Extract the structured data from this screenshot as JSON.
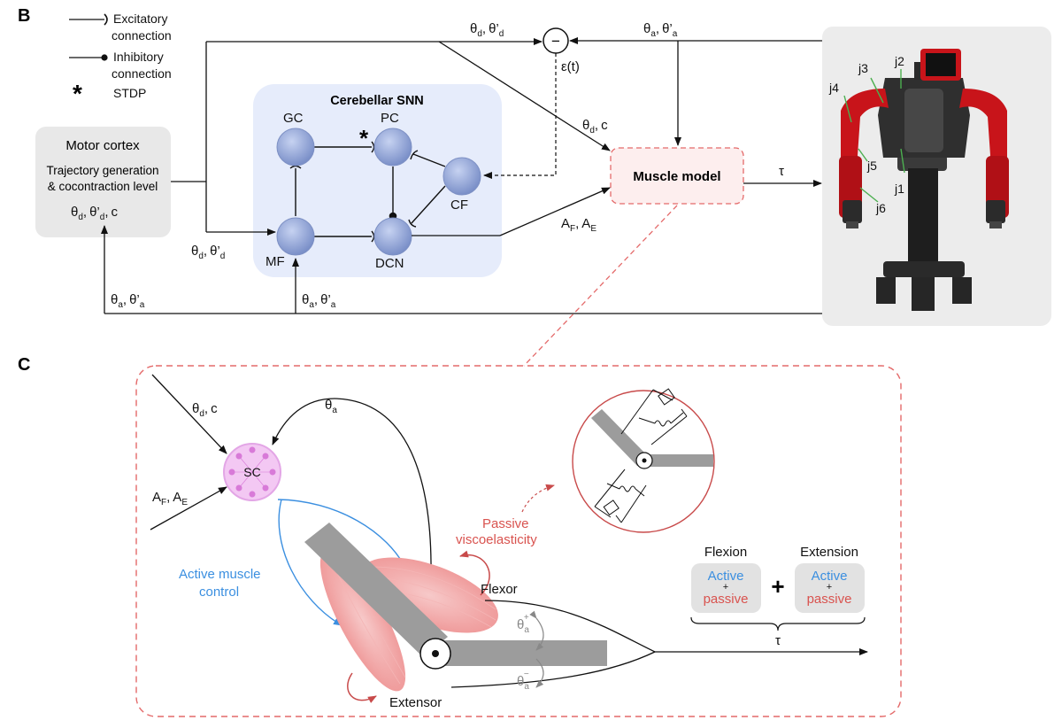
{
  "panels": {
    "b": "B",
    "c": "C"
  },
  "legend": {
    "excitatory_1": "Excitatory",
    "excitatory_2": "connection",
    "inhibitory_1": "Inhibitory",
    "inhibitory_2": "connection",
    "stdp_symbol": "*",
    "stdp": "STDP"
  },
  "motor_cortex": {
    "title": "Motor cortex",
    "line1": "Trajectory generation",
    "line2": "& cocontraction level"
  },
  "snn": {
    "title": "Cerebellar SNN",
    "gc": "GC",
    "pc": "PC",
    "cf": "CF",
    "mf": "MF",
    "dcn": "DCN",
    "stdp_mark": "*"
  },
  "muscle_model": {
    "label": "Muscle model"
  },
  "error": {
    "sign": "−",
    "label": "ε(t)"
  },
  "symbols": {
    "theta": "θ",
    "prime": "’",
    "sub_d": "d",
    "sub_a": "a",
    "c": "c",
    "A": "A",
    "sub_F": "F",
    "sub_E": "E",
    "comma": ",",
    "tau": "τ"
  },
  "robot_joints": [
    "j1",
    "j2",
    "j3",
    "j4",
    "j5",
    "j6"
  ],
  "panel_c": {
    "sc": "SC",
    "passive_1": "Passive",
    "passive_2": "viscoelasticity",
    "active_1": "Active muscle",
    "active_2": "control",
    "flexor": "Flexor",
    "extensor": "Extensor",
    "flexion": "Flexion",
    "extension": "Extension",
    "active": "Active",
    "plus_small": "+",
    "passive": "passive",
    "plus": "+",
    "sup_plus": "+",
    "sup_minus": "−"
  },
  "colors": {
    "snn_bg": "#e6ecfb",
    "neuron": "#8d9fd2",
    "muscle_box": "#fdeeee",
    "dashed_red": "#e46a6a",
    "passive_text": "#d9534f",
    "active_text": "#3b8fe0",
    "sc_fill": "#f3c8f3",
    "robot_red": "#c8141a",
    "grey_box": "#ececec"
  }
}
